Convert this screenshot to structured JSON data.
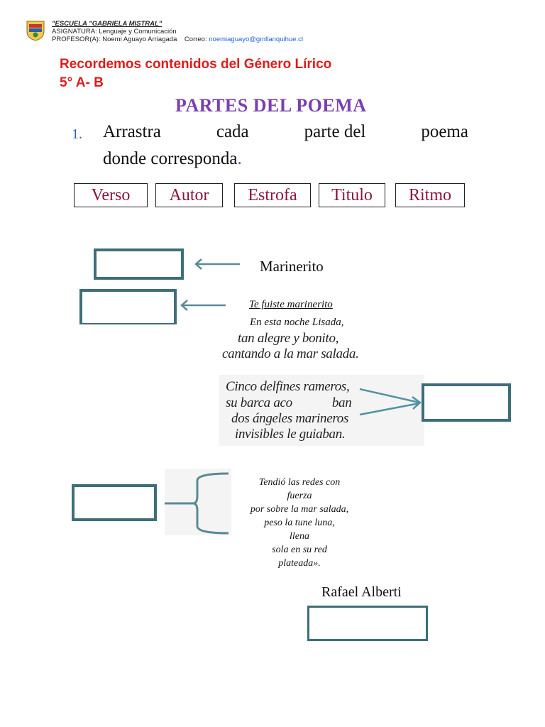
{
  "header": {
    "school": "\"ESCUELA \"GABRIELA MISTRAL\"",
    "subject": "ASIGNATURA: Lenguaje y Comunicación",
    "teacher": "PROFESOR(A): Noemi Aguayo Arriagada",
    "mail_label": "Correo:",
    "mail": "noemiaguayo@gmllanquihue.cl"
  },
  "heading": {
    "line1": "Recordemos contenidos del Género Lírico",
    "line2": "5° A- B"
  },
  "title": "PARTES DEL POEMA",
  "instruction": {
    "number": "1.",
    "line1_words": [
      "Arrastra",
      "cada",
      "parte del",
      "poema"
    ],
    "line2": "donde corresponda",
    "line2_end": "."
  },
  "word_bank": [
    "Verso",
    "Autor",
    "Estrofa",
    "Titulo",
    "Ritmo"
  ],
  "poem": {
    "title": "Marinerito",
    "stanza1": [
      "Te fuiste marinerito",
      "En esta noche Lisada,",
      "tan alegre y bonito,",
      "cantando a la mar salada."
    ],
    "stanza2": [
      "Cinco delfines rameros,",
      "su barca aco",
      "ban",
      "dos ángeles marineros",
      "invisibles le guiaban."
    ],
    "stanza3": [
      "Tendió las redes con",
      "fuerza",
      "por sobre la mar salada,",
      "peso la tune luna,",
      "llena",
      "sola en su red",
      "plateada»."
    ],
    "author": "Rafael Alberti"
  }
}
